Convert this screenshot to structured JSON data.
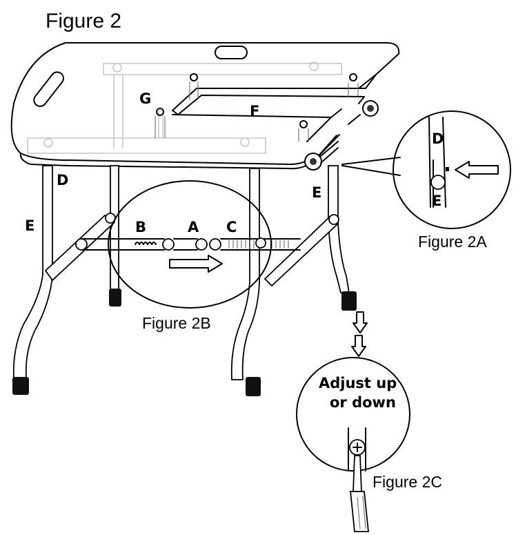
{
  "figure_title": "Figure 2",
  "part_labels": {
    "G": "G",
    "F": "F",
    "D_left": "D",
    "E_left": "E",
    "E_right": "E",
    "B": "B",
    "A": "A",
    "C": "C",
    "D_detail": "D",
    "E_detail": "E"
  },
  "sub_figures": {
    "fig_2a": "Figure 2A",
    "fig_2b": "Figure 2B",
    "fig_2c": "Figure 2C"
  },
  "callout_2c": {
    "line1": "Adjust up",
    "line2": "or down"
  }
}
